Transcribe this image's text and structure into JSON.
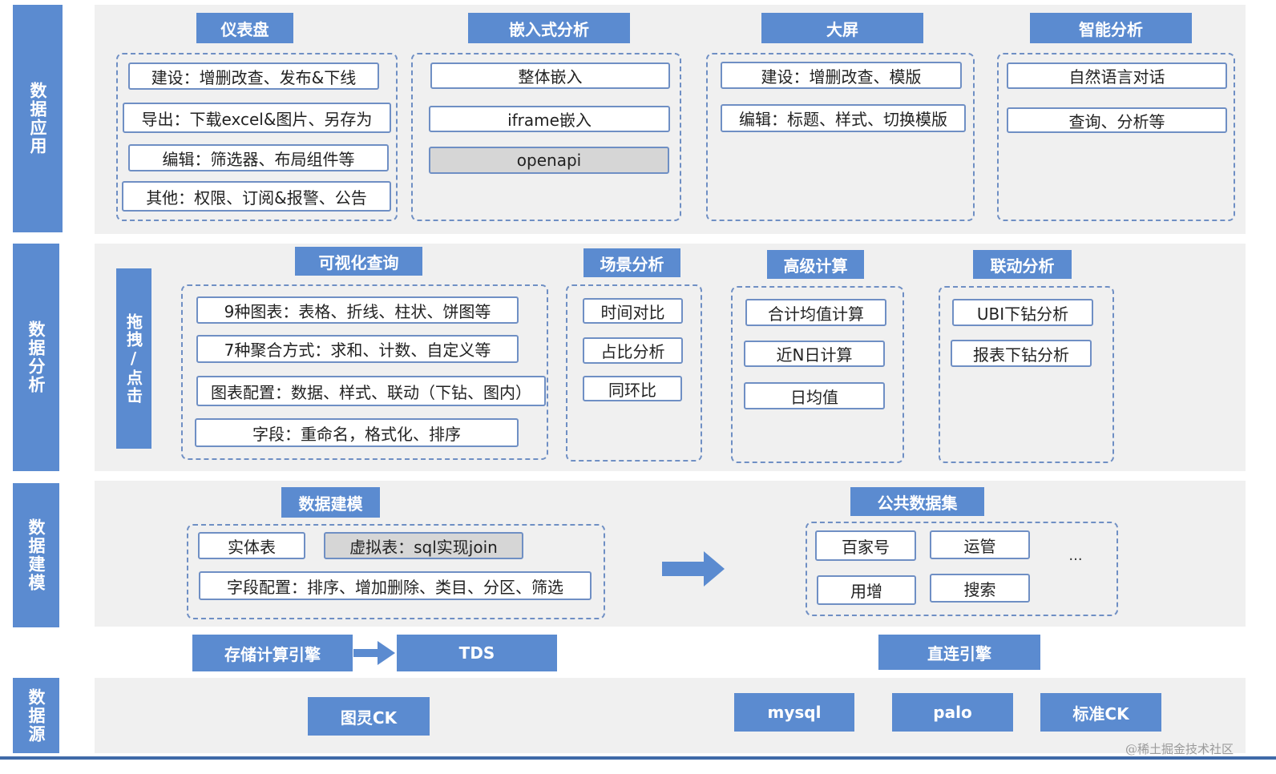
{
  "layers": {
    "app": "数据应用",
    "analysis": "数据分析",
    "modeling": "数据建模",
    "source": "数据源"
  },
  "app": {
    "dashboard": {
      "title": "仪表盘",
      "items": [
        "建设：增删改查、发布&下线",
        "导出：下载excel&图片、另存为",
        "编辑：筛选器、布局组件等",
        "其他：权限、订阅&报警、公告"
      ]
    },
    "embedded": {
      "title": "嵌入式分析",
      "items": [
        "整体嵌入",
        "iframe嵌入",
        "openapi"
      ]
    },
    "bigscreen": {
      "title": "大屏",
      "items": [
        "建设：增删改查、模版",
        "编辑：标题、样式、切换模版"
      ]
    },
    "smart": {
      "title": "智能分析",
      "items": [
        "自然语言对话",
        "查询、分析等"
      ]
    }
  },
  "analysis": {
    "drag_label": "拖拽/点击",
    "visual_query": {
      "title": "可视化查询",
      "items": [
        "9种图表：表格、折线、柱状、饼图等",
        "7种聚合方式：求和、计数、自定义等",
        "图表配置：数据、样式、联动（下钻、图内）",
        "字段：重命名，格式化、排序"
      ]
    },
    "scenario": {
      "title": "场景分析",
      "items": [
        "时间对比",
        "占比分析",
        "同环比"
      ]
    },
    "advanced": {
      "title": "高级计算",
      "items": [
        "合计均值计算",
        "近N日计算",
        "日均值"
      ]
    },
    "linked": {
      "title": "联动分析",
      "items": [
        "UBI下钻分析",
        "报表下钻分析"
      ]
    }
  },
  "modeling": {
    "data_modeling": {
      "title": "数据建模",
      "entity": "实体表",
      "virtual": "虚拟表：sql实现join",
      "fields": "字段配置：排序、增加删除、类目、分区、筛选"
    },
    "public_dataset": {
      "title": "公共数据集",
      "items": [
        "百家号",
        "运管",
        "用增",
        "搜索"
      ],
      "more": "..."
    }
  },
  "engines": {
    "storage": "存储计算引擎",
    "tds": "TDS",
    "direct": "直连引擎"
  },
  "sources": {
    "items": [
      "图灵CK",
      "mysql",
      "palo",
      "标准CK"
    ]
  },
  "watermark": "@稀土掘金技术社区",
  "colors": {
    "header_blue": "#5b8bd0",
    "border_blue": "#6f8fc4",
    "panel_gray": "#f0f0f0",
    "highlight_gray": "#d6d6d6"
  }
}
